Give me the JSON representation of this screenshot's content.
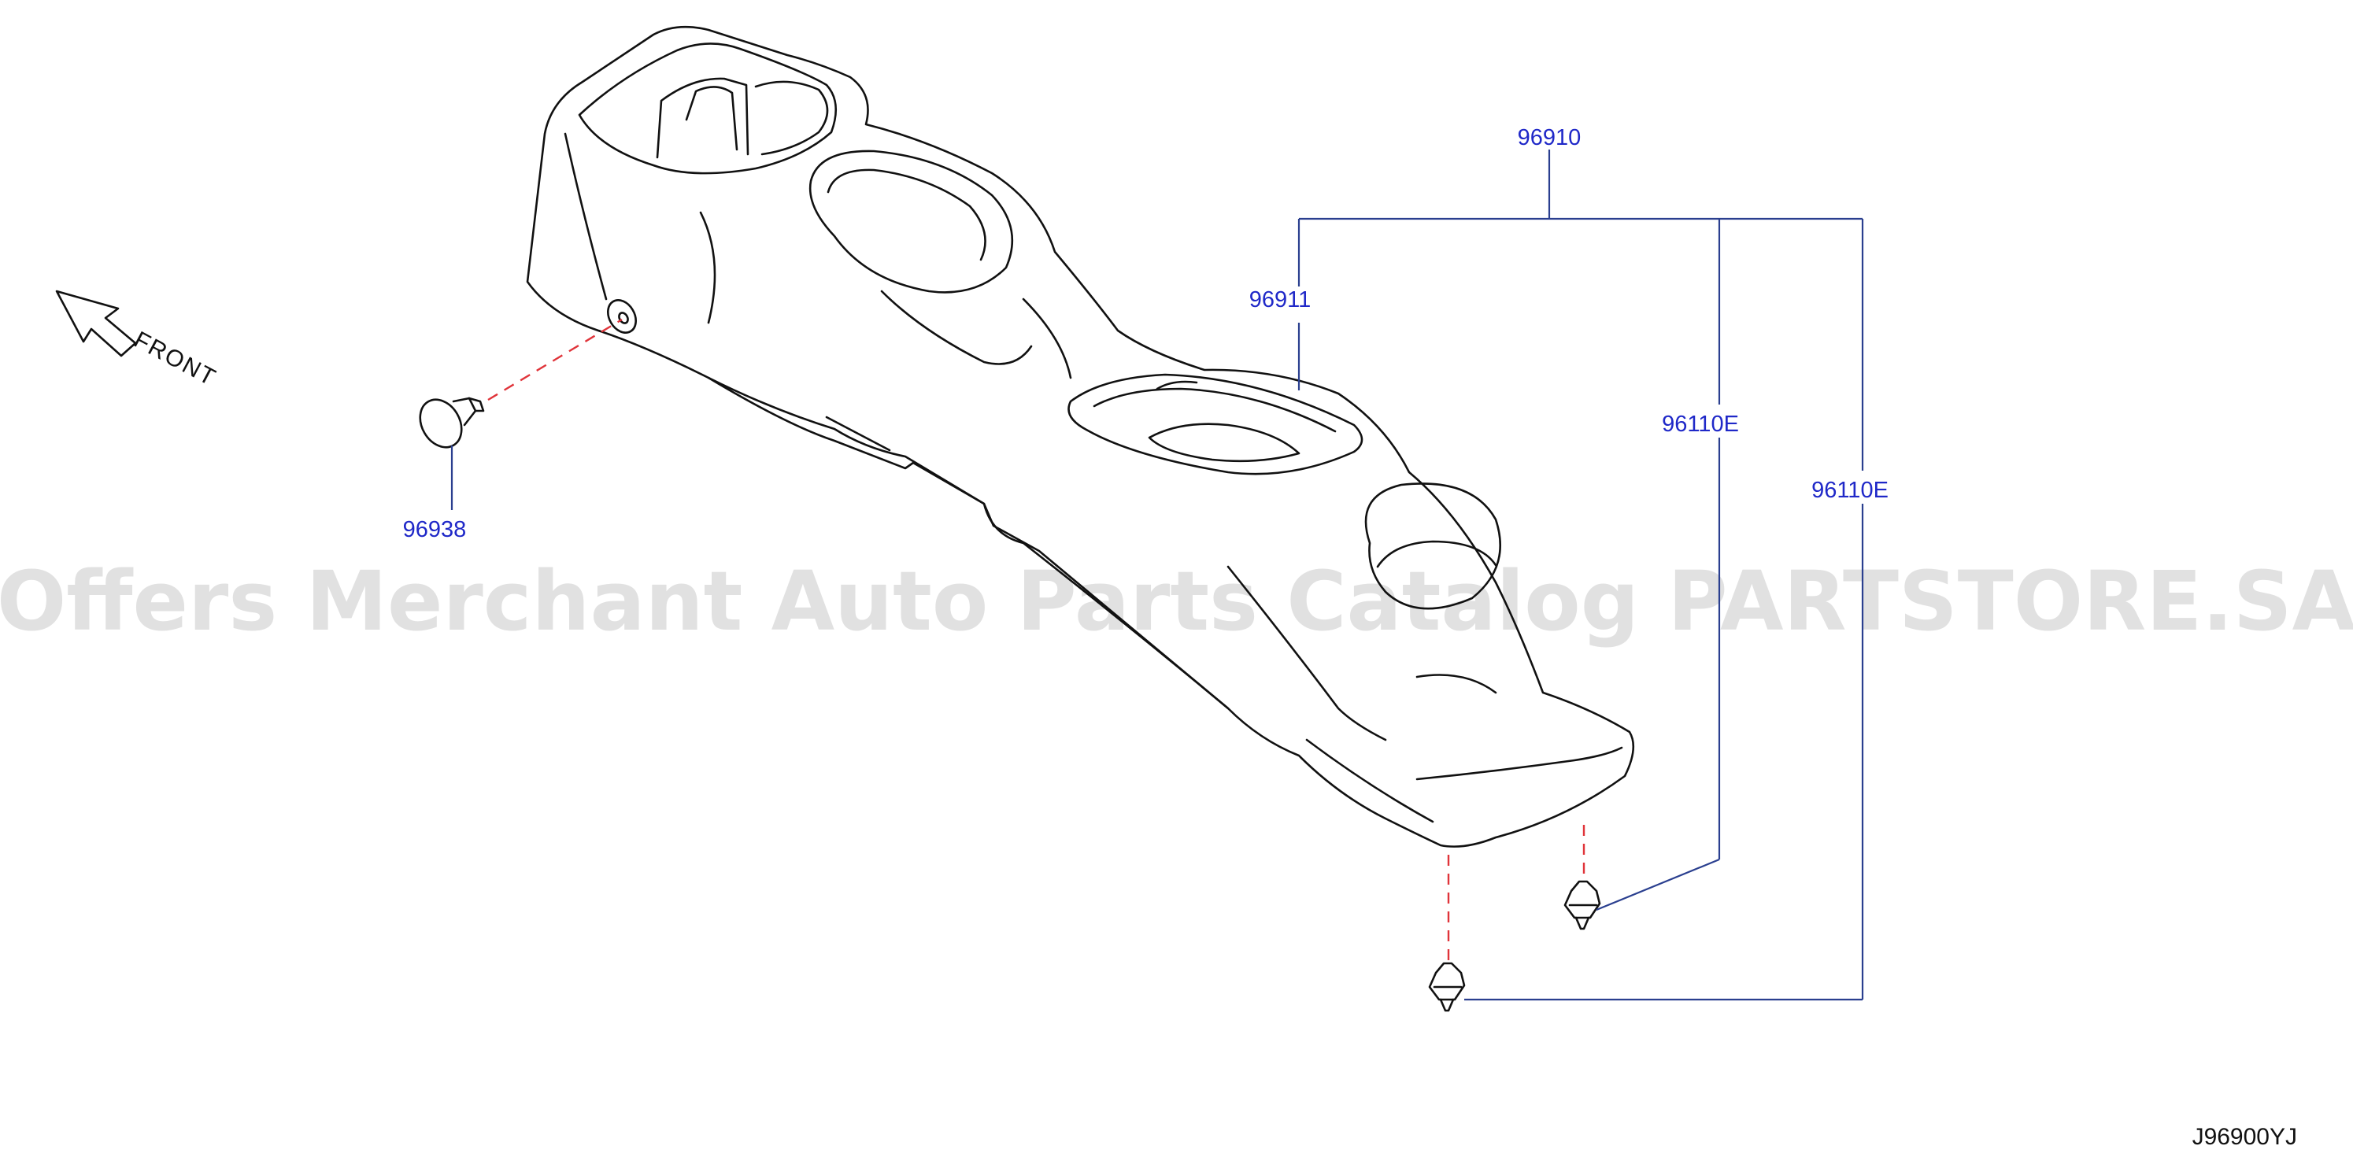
{
  "diagram": {
    "front_label": "FRONT",
    "reference_code": "J96900YJ",
    "watermark": "Offers Merchant Auto Parts Catalog PARTSTORE.SA",
    "callouts": {
      "assembly": "96910",
      "console": "96911",
      "clip_upper": "96110E",
      "clip_lower": "96110E",
      "cap": "96938"
    }
  }
}
